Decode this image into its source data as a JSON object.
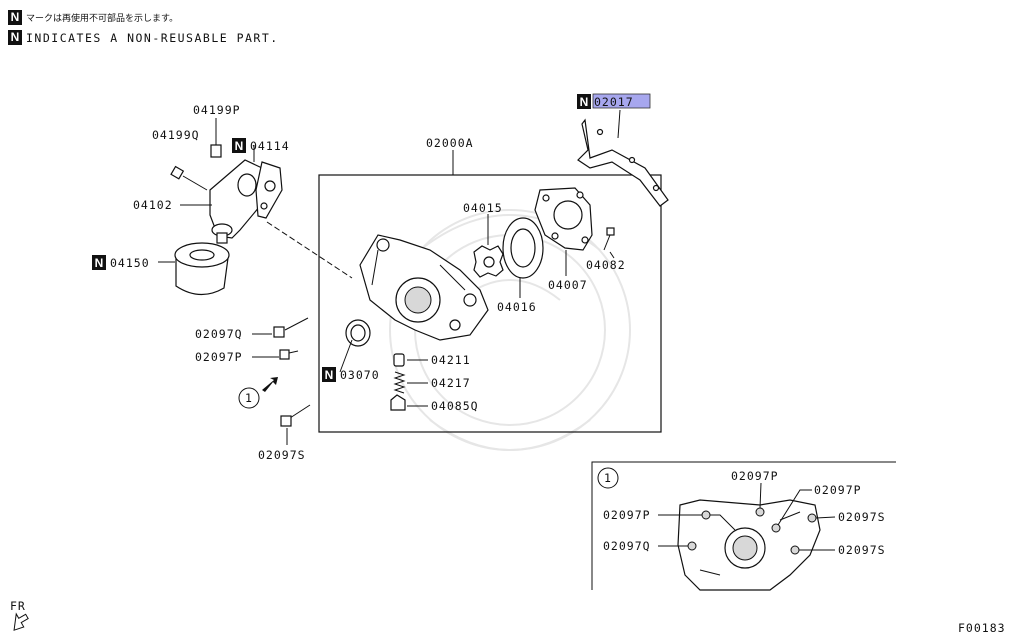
{
  "legend": {
    "n_badge": "N",
    "line1": "マークは再使用不可部品を示します。",
    "line2": "INDICATES A NON-REUSABLE PART."
  },
  "parts": {
    "p02017": "02017",
    "p02000A": "02000A",
    "p04199P": "04199P",
    "p04199Q": "04199Q",
    "p04114": "04114",
    "p04102": "04102",
    "p04150": "04150",
    "p04015": "04015",
    "p04016": "04016",
    "p04007": "04007",
    "p04082": "04082",
    "p02097Q": "02097Q",
    "p02097P": "02097P",
    "p03070": "03070",
    "p04211": "04211",
    "p04217": "04217",
    "p04085Q": "04085Q",
    "p02097S": "02097S"
  },
  "callout": "1",
  "inset": {
    "callout": "1",
    "labels": {
      "top": "02097P",
      "top_right": "02097P",
      "left_upper": "02097P",
      "left_lower": "02097Q",
      "right_upper": "02097S",
      "right_lower": "02097S"
    }
  },
  "front_marker": "FR",
  "figure_code": "F00183",
  "colors": {
    "highlight": "#a7a7ee",
    "ink": "#111111"
  }
}
